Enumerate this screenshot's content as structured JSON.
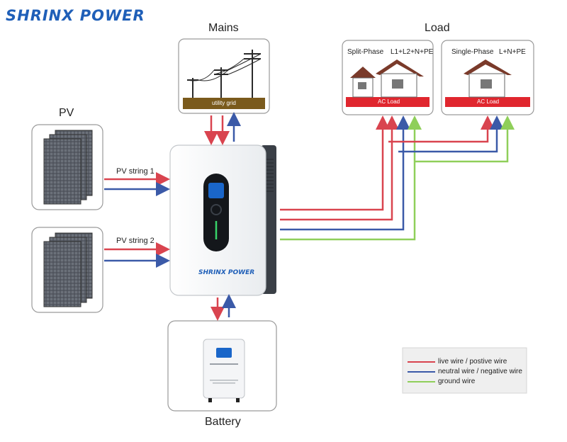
{
  "brand": {
    "name": "SHRINX POWER"
  },
  "sections": {
    "mains": "Mains",
    "load": "Load",
    "pv": "PV",
    "battery": "Battery"
  },
  "mains": {
    "grid_label": "utility grid"
  },
  "loads": [
    {
      "title": "Split-Phase",
      "wiring": "L1+L2+N+PE",
      "bar_label": "AC Load"
    },
    {
      "title": "Single-Phase",
      "wiring": "L+N+PE",
      "bar_label": "AC Load"
    }
  ],
  "pv_strings": [
    "PV string 1",
    "PV string 2"
  ],
  "inverter": {
    "brand": "SHRINX POWER"
  },
  "legend": [
    {
      "label": "live wire / postive wire",
      "color": "#d9444f"
    },
    {
      "label": "neutral wire / negative wire",
      "color": "#3b5aa8"
    },
    {
      "label": "ground wire",
      "color": "#8fcf5a"
    }
  ],
  "colors": {
    "live": "#d9444f",
    "neutral": "#3b5aa8",
    "ground": "#8fcf5a",
    "brand": "#1f5fb8"
  }
}
